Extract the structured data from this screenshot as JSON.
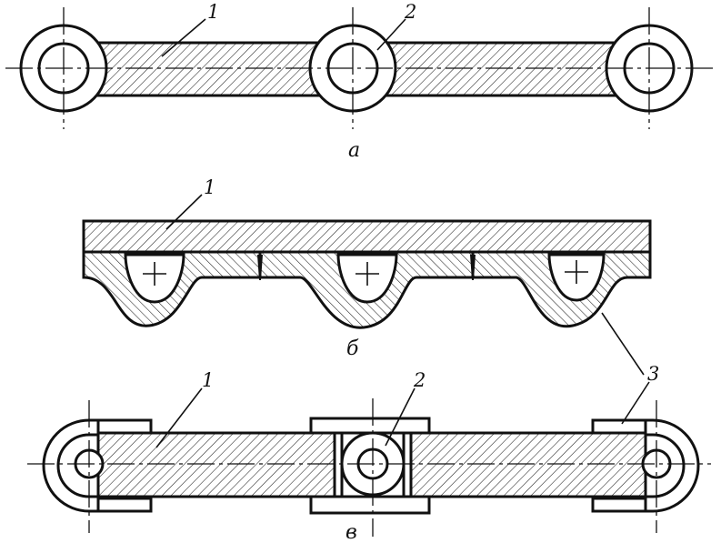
{
  "figure": {
    "part_labels": {
      "plate": "1",
      "pin": "2",
      "roller": "3"
    },
    "captions": {
      "a": "а",
      "b": "б",
      "v": "в"
    }
  },
  "colors": {
    "ink": "#111111",
    "background": "#ffffff"
  }
}
